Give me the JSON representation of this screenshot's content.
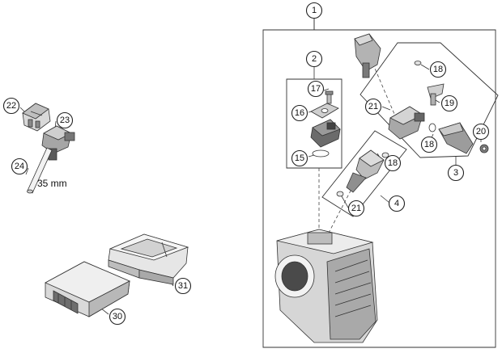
{
  "callouts": {
    "c1": "1",
    "c2": "2",
    "c3": "3",
    "c4": "4",
    "c15": "15",
    "c16": "16",
    "c17": "17",
    "c18a": "18",
    "c18b": "18",
    "c18c": "18",
    "c19": "19",
    "c20": "20",
    "c21a": "21",
    "c21b": "21",
    "c22": "22",
    "c23": "23",
    "c24": "24",
    "c30": "30",
    "c31": "31"
  },
  "dimension_label": "35 mm",
  "colors": {
    "line": "#333333",
    "part_light": "#d9d9d9",
    "part_mid": "#a6a6a6",
    "part_dark": "#555555"
  }
}
